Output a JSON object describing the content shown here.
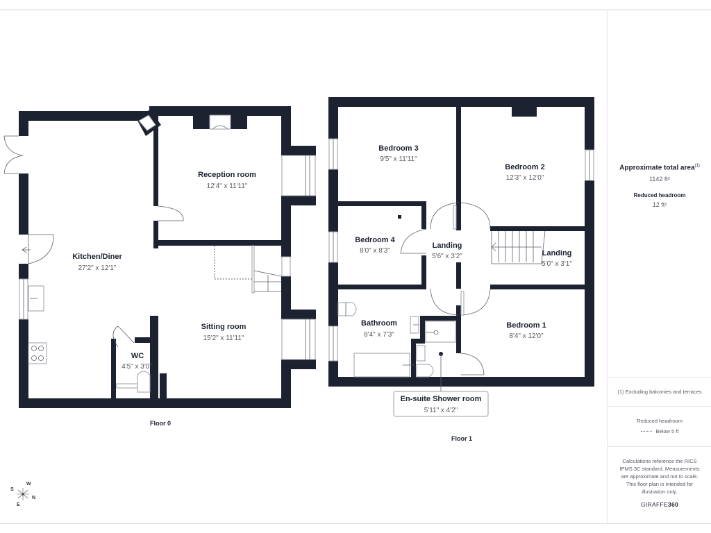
{
  "floors": [
    {
      "label": "Floor 0",
      "rooms": [
        {
          "name": "Kitchen/Diner",
          "dims": "27'2\" x 12'1\""
        },
        {
          "name": "Reception room",
          "dims": "12'4\" x 11'11\""
        },
        {
          "name": "Sitting room",
          "dims": "15'2\" x 11'11\""
        },
        {
          "name": "WC",
          "dims": "4'5\" x 3'0\""
        }
      ]
    },
    {
      "label": "Floor 1",
      "rooms": [
        {
          "name": "Bedroom 3",
          "dims": "9'5\" x 11'11\""
        },
        {
          "name": "Bedroom 2",
          "dims": "12'3\" x 12'0\""
        },
        {
          "name": "Bedroom 4",
          "dims": "8'0\" x 8'3\""
        },
        {
          "name": "Landing",
          "dims": "5'6\" x 3'2\""
        },
        {
          "name": "Landing",
          "dims": "5'0\" x 3'1\""
        },
        {
          "name": "Bathroom",
          "dims": "8'4\" x 7'3\""
        },
        {
          "name": "Bedroom 1",
          "dims": "8'4\" x 12'0\""
        },
        {
          "name": "En-suite Shower room",
          "dims": "5'11\" x 4'2\""
        }
      ]
    }
  ],
  "compass": {
    "n": "N",
    "s": "S",
    "e": "E",
    "w": "W"
  },
  "sidebar": {
    "total_area_title": "Approximate total area",
    "total_area_footnote": "(1)",
    "total_area_value": "1142 ft²",
    "reduced_headroom_title": "Reduced headroom",
    "reduced_headroom_value": "12 ft²",
    "footnote": "(1) Excluding balconies and terraces",
    "legend_title": "Reduced headroom",
    "legend_item": "Below 5 ft",
    "disclaimer": "Calculations reference the RICS IPMS 3C standard. Measurements are approximate and not to scale. This floor plan is intended for illustration only.",
    "brand_light": "GIRAFFE",
    "brand_bold": "360"
  },
  "colors": {
    "wall": "#1c2230",
    "text_muted": "#555a63",
    "divider": "#e6e6e6"
  }
}
